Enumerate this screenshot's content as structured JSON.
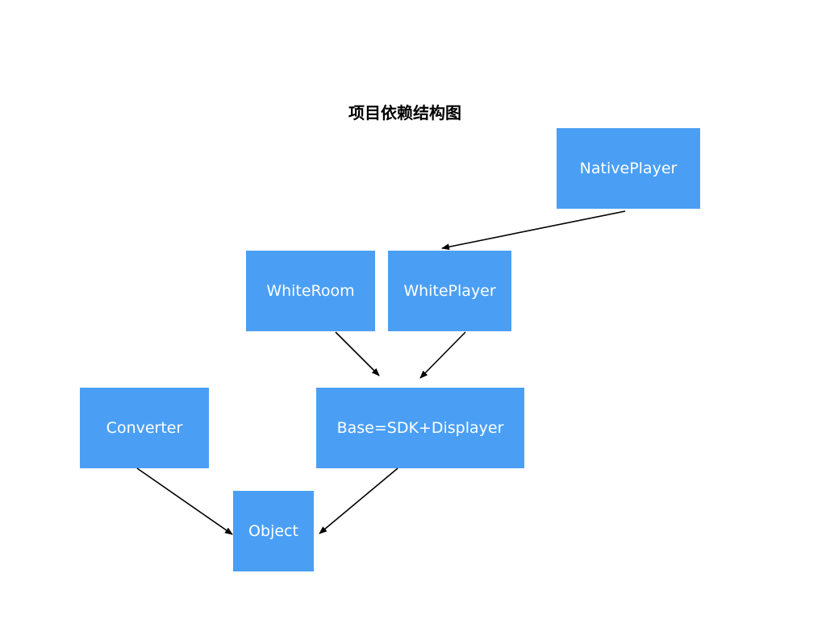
{
  "diagram": {
    "title": "项目依赖结构图",
    "box_color": "#4a9ff5",
    "nodes": {
      "native_player": "NativePlayer",
      "white_room": "WhiteRoom",
      "white_player": "WhitePlayer",
      "converter": "Converter",
      "base": "Base=SDK+Displayer",
      "object": "Object"
    },
    "edges": [
      {
        "from": "NativePlayer",
        "to": "WhitePlayer"
      },
      {
        "from": "WhiteRoom",
        "to": "Base=SDK+Displayer"
      },
      {
        "from": "WhitePlayer",
        "to": "Base=SDK+Displayer"
      },
      {
        "from": "Converter",
        "to": "Object"
      },
      {
        "from": "Base=SDK+Displayer",
        "to": "Object"
      }
    ]
  }
}
